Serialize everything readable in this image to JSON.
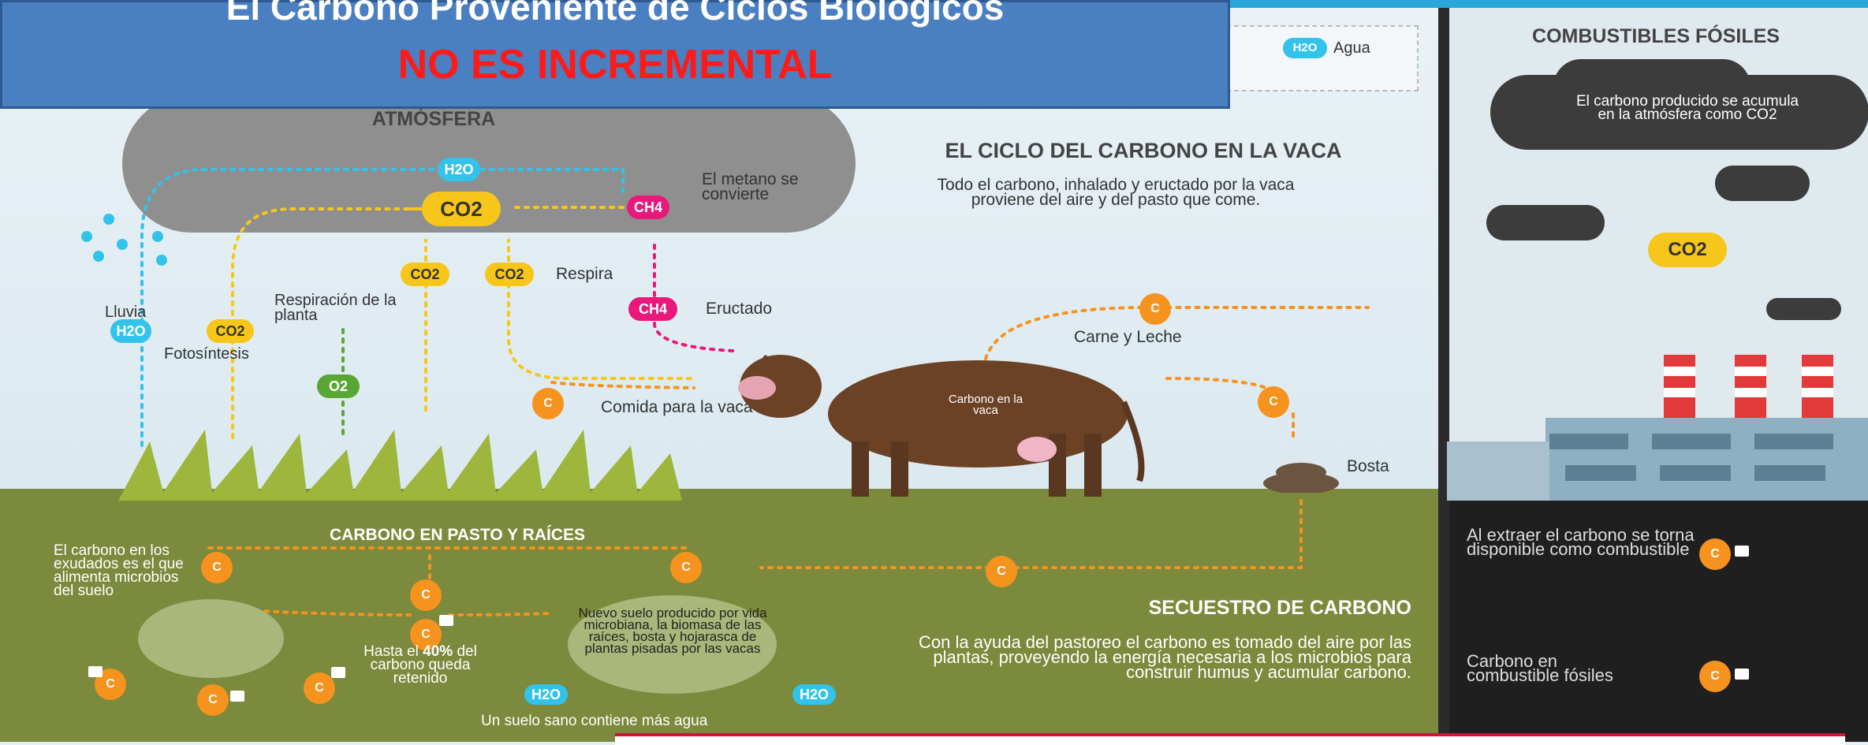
{
  "title": {
    "line1": "El Carbono Proveniente de Ciclos Biológicos",
    "line2": "NO ES INCREMENTAL"
  },
  "legend": {
    "h2o_pill": "H2O",
    "agua": "Agua"
  },
  "atmosphere": {
    "header": "CARBONO EN LA ATMÓSFERA",
    "h2o": "H2O",
    "co2": "CO2",
    "ch4": "CH4",
    "metano": "El metano se convierte"
  },
  "cycle": {
    "header": "EL CICLO DEL CARBONO EN LA VACA",
    "desc": "Todo el carbono, inhalado y eructado por la vaca proviene del aire y del pasto que come."
  },
  "labels": {
    "lluvia": "Lluvia",
    "h2o_rain": "H2O",
    "co2_foto": "CO2",
    "fotosintesis": "Fotosíntesis",
    "respiracion": "Respiración de la planta",
    "o2": "O2",
    "co2_a": "CO2",
    "co2_b": "CO2",
    "respira": "Respira",
    "ch4_b": "CH4",
    "eructado": "Eructado",
    "c": "C",
    "comida": "Comida para la vaca",
    "carne": "Carne y Leche",
    "cow": "Carbono en la vaca",
    "bosta": "Bosta"
  },
  "soil": {
    "header": "CARBONO EN PASTO Y RAÍCES",
    "left": "El carbono en los exudados es el que alimenta microbios del suelo",
    "hasta_pre": "Hasta el ",
    "hasta_pct": "40%",
    "hasta_post": " del carbono queda retenido",
    "nuevo": "Nuevo suelo producido por vida microbiana, la biomasa de las raíces, bosta y hojarasca de plantas pisadas por las vacas",
    "h2o": "H2O",
    "suelo": "Un suelo sano contiene más agua",
    "sec_header": "SECUESTRO DE CARBONO",
    "sec_text": "Con la ayuda del pastoreo el carbono es tomado del aire por las plantas, proveyendo la energía necesaria a los microbios para construir humus y acumular carbono."
  },
  "fossil": {
    "header": "COMBUSTIBLES FÓSILES",
    "cloud": "El carbono producido se acumula en la atmósfera como CO2",
    "co2": "CO2",
    "extraer": "Al extraer el carbono se torna disponible como combustible",
    "en": "Carbono en combustible fósiles"
  },
  "colors": {
    "title_bg": "#4a7fc1",
    "red": "#ff1a1a",
    "orange": "#f5931e",
    "yellow": "#f7c61b",
    "cyan": "#32c2ea",
    "magenta": "#e8197a",
    "green": "#5aa634",
    "ground": "#7b8a3c"
  }
}
